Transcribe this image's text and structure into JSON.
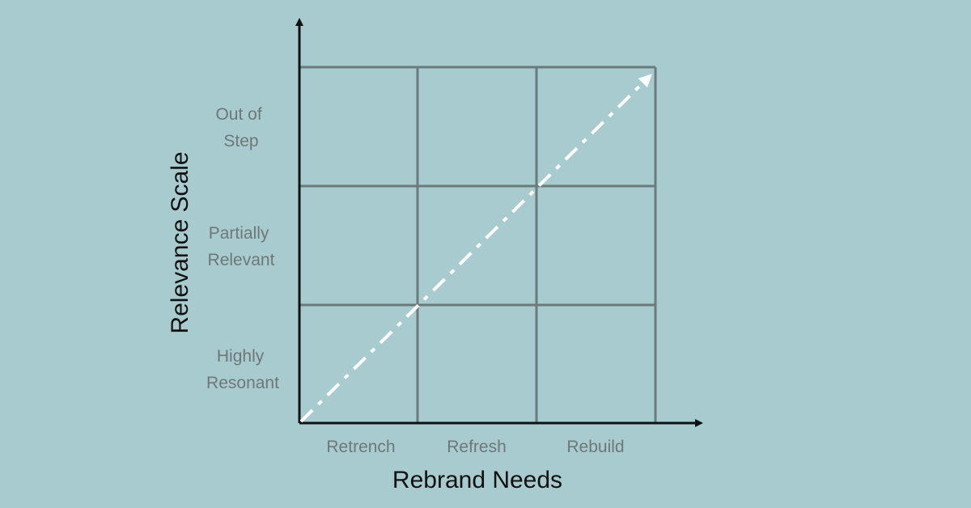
{
  "diagram": {
    "y_axis_title": "Relevance Scale",
    "x_axis_title": "Rebrand Needs",
    "rows": [
      {
        "lines": [
          "Out of",
          "Step"
        ]
      },
      {
        "lines": [
          "Partially",
          "Relevant"
        ]
      },
      {
        "lines": [
          "Highly",
          "Resonant"
        ]
      }
    ],
    "columns": [
      "Retrench",
      "Refresh",
      "Rebuild"
    ],
    "colors": {
      "background": "#a7cbcf",
      "grid": "#6b7a7b",
      "axis": "#111111",
      "diagonal_arrow": "#ffffff",
      "label_text": "#6f7778"
    }
  }
}
